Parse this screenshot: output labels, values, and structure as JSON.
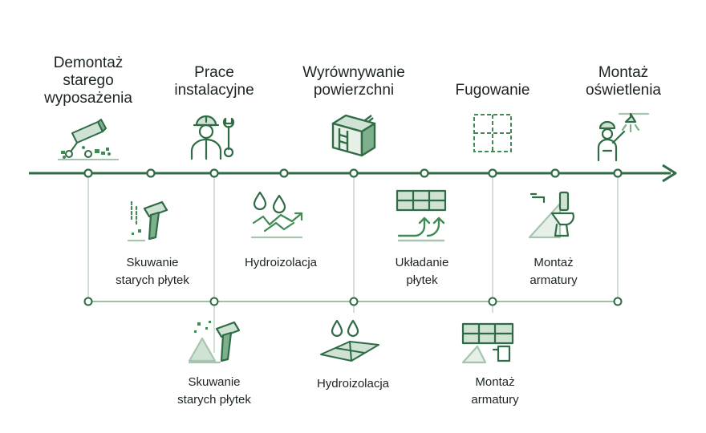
{
  "top_steps": [
    {
      "label_lines": [
        "Demontaż",
        "starego",
        "wyposażenia"
      ],
      "icon": "demolition-icon"
    },
    {
      "label_lines": [
        "Prace",
        "instalacyjne"
      ],
      "icon": "worker-wrench-icon"
    },
    {
      "label_lines": [
        "Wyrównywanie",
        "powierzchni"
      ],
      "icon": "leveling-box-icon"
    },
    {
      "label_lines": [
        "Fugowanie"
      ],
      "icon": "grout-grid-icon"
    },
    {
      "label_lines": [
        "Montaż",
        "oświetlenia"
      ],
      "icon": "electrician-light-icon"
    }
  ],
  "middle_steps": [
    {
      "label_lines": [
        "Skuwanie",
        "starych płytek"
      ],
      "icon": "hammer-tiles-icon"
    },
    {
      "label_lines": [
        "Hydroizolacja"
      ],
      "icon": "waterproofing-icon"
    },
    {
      "label_lines": [
        "Układanie",
        "płytek"
      ],
      "icon": "tile-laying-icon"
    },
    {
      "label_lines": [
        "Montaż",
        "armatury"
      ],
      "icon": "toilet-faucet-icon"
    }
  ],
  "bottom_steps": [
    {
      "label_lines": [
        "Skuwanie",
        "starych płytek"
      ],
      "icon": "hammer-debris-icon"
    },
    {
      "label_lines": [
        "Hydroizolacja"
      ],
      "icon": "waterproofing-floor-icon"
    },
    {
      "label_lines": [
        "Montaż",
        "armatury"
      ],
      "icon": "tiles-faucet-icon"
    }
  ],
  "colors": {
    "line": "#2f6b45",
    "lineLight": "#a8c3b0",
    "accent": "#3f8a55",
    "pale": "#cfe2d3"
  }
}
